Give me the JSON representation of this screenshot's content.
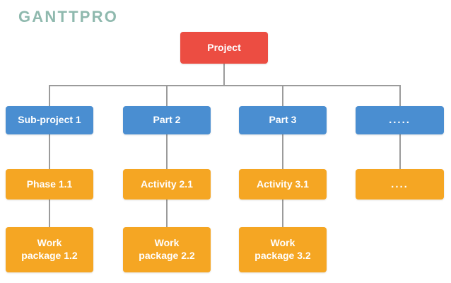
{
  "logo": {
    "text": "GANTTPRO",
    "color": "#8fb9ae"
  },
  "diagram": {
    "type": "work-breakdown-structure",
    "colors": {
      "root": "#ec4d42",
      "level1": "#4a8ed1",
      "level2": "#f5a623",
      "level3": "#f5a623",
      "connector": "#9b9b9b",
      "background": "#ffffff",
      "node_text": "#ffffff"
    },
    "root": {
      "label": "Project"
    },
    "columns": [
      {
        "level1": "Sub-project 1",
        "level2": "Phase 1.1",
        "level3": "Work\npackage 1.2"
      },
      {
        "level1": "Part 2",
        "level2": "Activity 2.1",
        "level3": "Work\npackage 2.2"
      },
      {
        "level1": "Part 3",
        "level2": "Activity 3.1",
        "level3": "Work\npackage 3.2"
      },
      {
        "level1": ".....",
        "level2": "....",
        "level3": null
      }
    ]
  }
}
